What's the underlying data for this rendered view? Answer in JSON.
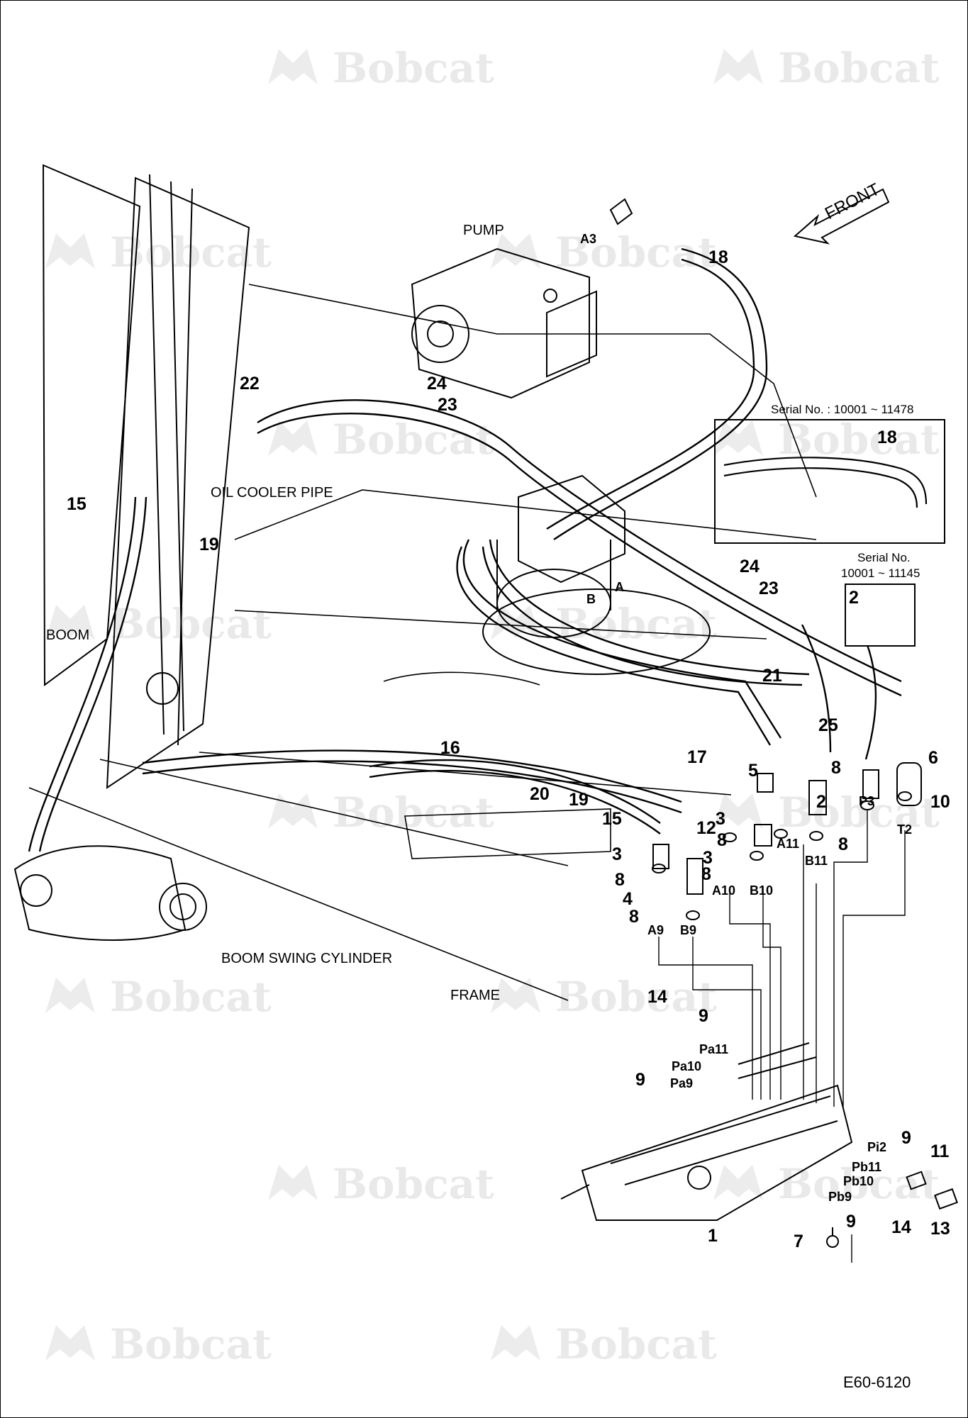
{
  "watermark": {
    "brand": "Bobcat",
    "color": "#e9e9e9",
    "icon": "bobcat-logo-icon"
  },
  "captions": {
    "pump": "PUMP",
    "oil_cooler_pipe": "OIL COOLER PIPE",
    "boom": "BOOM",
    "boom_swing_cylinder": "BOOM SWING CYLINDER",
    "frame": "FRAME",
    "front": "FRONT",
    "figure_code": "E60-6120"
  },
  "insets": {
    "hose_18": {
      "serial": "Serial No. : 10001 ~ 11478",
      "part": "18"
    },
    "adapter_2": {
      "serial_line1": "Serial No.",
      "serial_line2": "10001 ~ 11145",
      "part": "2"
    }
  },
  "part_numbers": [
    "1",
    "2",
    "2",
    "3",
    "3",
    "3",
    "4",
    "5",
    "6",
    "7",
    "8",
    "8",
    "8",
    "8",
    "8",
    "8",
    "8",
    "8",
    "9",
    "9",
    "9",
    "9",
    "10",
    "11",
    "12",
    "13",
    "14",
    "14",
    "15",
    "15",
    "16",
    "17",
    "18",
    "19",
    "19",
    "20",
    "21",
    "22",
    "23",
    "23",
    "24",
    "24",
    "25"
  ],
  "port_labels": [
    "A3",
    "A",
    "B",
    "A9",
    "B9",
    "A10",
    "B10",
    "A11",
    "B11",
    "P3",
    "T2",
    "Pa11",
    "Pa10",
    "Pa9",
    "Pi2",
    "Pb11",
    "Pb10",
    "Pb9"
  ]
}
